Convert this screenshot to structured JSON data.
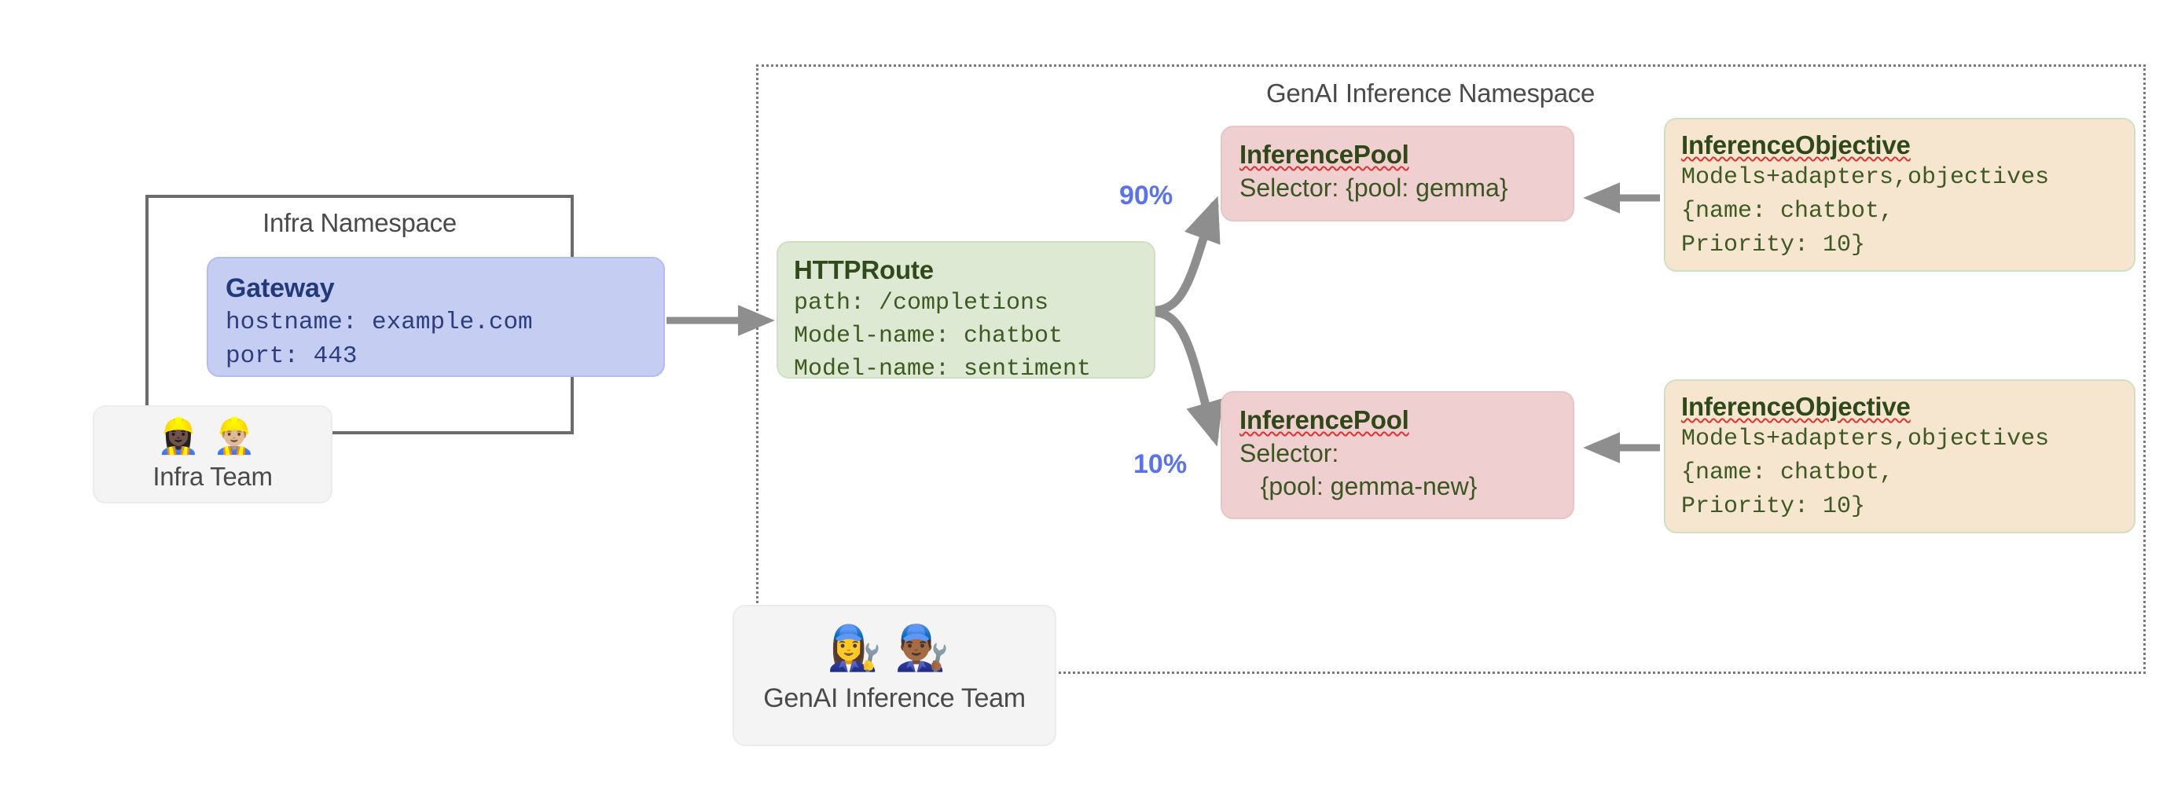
{
  "diagram": {
    "namespaces": [
      {
        "id": "infra",
        "label": "Infra Namespace",
        "border_style": "solid",
        "border_color": "#6b6b6b"
      },
      {
        "id": "genai",
        "label": "GenAI Inference Namespace",
        "border_style": "dotted",
        "border_color": "#7a7a7a"
      }
    ],
    "gateway": {
      "title": "Gateway",
      "lines": "hostname: example.com\nport: 443",
      "bg_color": "#c5cdf3",
      "text_color": "#2c3e7d"
    },
    "httproute": {
      "title": "HTTPRoute",
      "lines": "path: /completions\nModel-name: chatbot\nModel-name: sentiment",
      "bg_color": "#dde9d3",
      "text_color": "#3c5a22"
    },
    "pools": [
      {
        "title": "InferencePool",
        "lines": "Selector: {pool: gemma}",
        "bg_color": "#efcfcf",
        "weight": "90%"
      },
      {
        "title": "InferencePool",
        "lines": "Selector:\n   {pool: gemma-new}",
        "bg_color": "#efcfcf",
        "weight": "10%"
      }
    ],
    "objectives": [
      {
        "title": "InferenceObjective",
        "lines": "Models+adapters,objectives\n{name: chatbot,\nPriority: 10}",
        "bg_color": "#f6e6d0"
      },
      {
        "title": "InferenceObjective",
        "lines": "Models+adapters,objectives\n{name: chatbot,\nPriority: 10}",
        "bg_color": "#f6e6d0"
      }
    ],
    "teams": [
      {
        "id": "infra-team",
        "label": "Infra Team",
        "emojis": "👷🏿‍♀️👷🏼‍♂️"
      },
      {
        "id": "genai-team",
        "label": "GenAI Inference Team",
        "emojis": "👩‍🔧👨🏾‍🔧"
      }
    ],
    "accent_colors": {
      "percent_label": "#5b72ef",
      "connector": "#8e8e8e",
      "namespace_label": "#4a4a4a"
    }
  }
}
